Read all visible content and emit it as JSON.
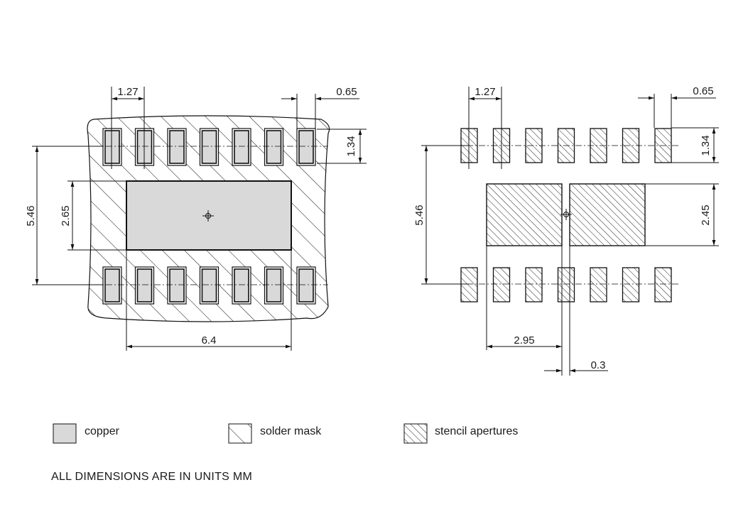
{
  "colors": {
    "copper": "#d9d9d9",
    "outline": "#111111",
    "background": "#ffffff"
  },
  "left_view": {
    "pitch_label": "1.27",
    "pad_width_label": "0.65",
    "pad_length_label": "1.34",
    "row_span_label": "5.46",
    "thermal_pad_height_label": "2.65",
    "thermal_pad_width_label": "6.4",
    "pads_per_row": 7
  },
  "right_view": {
    "pitch_label": "1.27",
    "pad_width_label": "0.65",
    "pad_length_label": "1.34",
    "row_span_label": "5.46",
    "aperture_height_label": "2.45",
    "aperture_width_label": "2.95",
    "aperture_gap_label": "0.3",
    "pads_per_row": 7
  },
  "legend": [
    {
      "label": "copper",
      "swatch": "copper-swatch"
    },
    {
      "label": "solder mask",
      "swatch": "solder-mask-swatch"
    },
    {
      "label": "stencil apertures",
      "swatch": "stencil-swatch"
    }
  ],
  "note": "ALL DIMENSIONS ARE IN UNITS MM"
}
